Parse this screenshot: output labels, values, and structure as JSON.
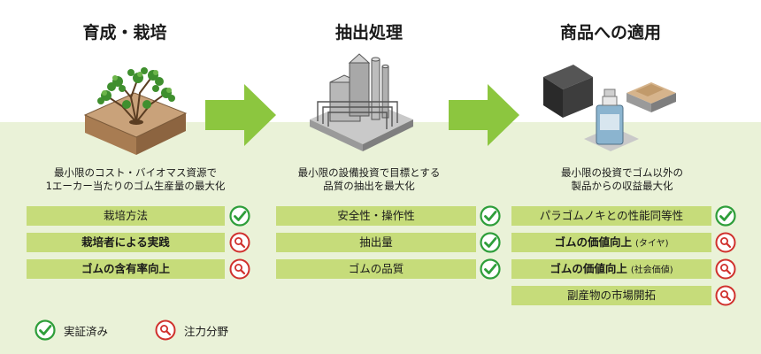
{
  "columns": [
    {
      "title": "育成・栽培",
      "desc": [
        "最小限のコスト・バイオマス資源で",
        "1エーカー当たりのゴム生産量の最大化"
      ],
      "items": [
        {
          "label": "栽培方法",
          "status": "check"
        },
        {
          "label": "栽培者による実践",
          "status": "focus"
        },
        {
          "label": "ゴムの含有率向上",
          "status": "focus"
        }
      ]
    },
    {
      "title": "抽出処理",
      "desc": [
        "最小限の設備投資で目標とする",
        "品質の抽出を最大化"
      ],
      "items": [
        {
          "label": "安全性・操作性",
          "status": "check"
        },
        {
          "label": "抽出量",
          "status": "check"
        },
        {
          "label": "ゴムの品質",
          "status": "check"
        }
      ]
    },
    {
      "title": "商品への適用",
      "desc": [
        "最小限の投資でゴム以外の",
        "製品からの収益最大化"
      ],
      "items": [
        {
          "label": "パラゴムノキとの性能同等性",
          "status": "check"
        },
        {
          "label": "ゴムの価値向上",
          "suffix": "(タイヤ)",
          "status": "focus"
        },
        {
          "label": "ゴムの価値向上",
          "suffix": "(社会価値)",
          "status": "focus"
        },
        {
          "label": "副産物の市場開拓",
          "status": "focus"
        }
      ]
    }
  ],
  "legend": {
    "check": "実証済み",
    "focus": "注力分野"
  },
  "colors": {
    "band": "#eaf2d8",
    "item": "#c6dc7a",
    "arrow": "#8cc63f",
    "check": "#2e9e3a",
    "focus": "#d0312d"
  }
}
